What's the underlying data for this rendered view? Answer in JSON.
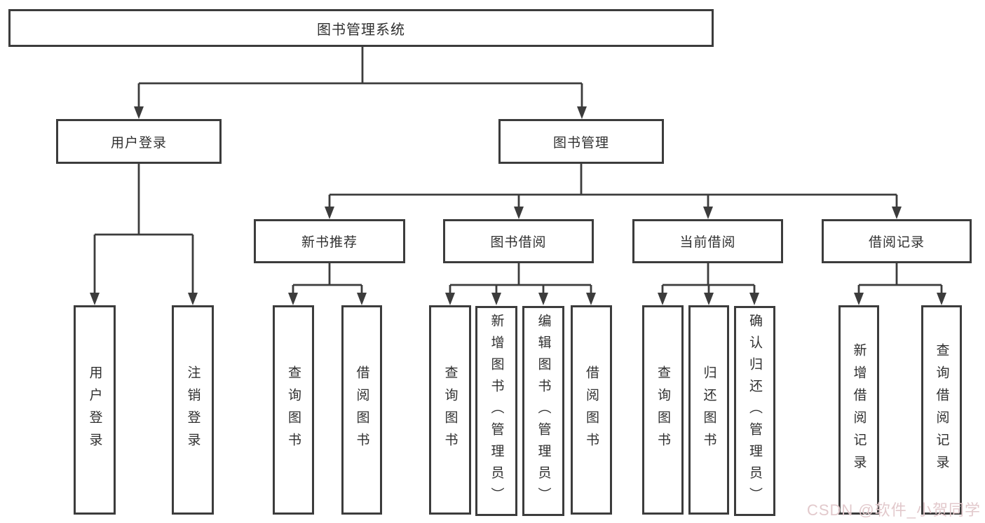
{
  "diagram": {
    "root": {
      "label": "图书管理系统"
    },
    "level2": [
      {
        "id": "user-login",
        "label": "用户登录"
      },
      {
        "id": "book-management",
        "label": "图书管理"
      }
    ],
    "level3": [
      {
        "id": "new-book-recommendation",
        "label": "新书推荐",
        "parent": "图书管理"
      },
      {
        "id": "book-borrowing",
        "label": "图书借阅",
        "parent": "图书管理"
      },
      {
        "id": "current-borrowing",
        "label": "当前借阅",
        "parent": "图书管理"
      },
      {
        "id": "borrowing-records",
        "label": "借阅记录",
        "parent": "图书管理"
      }
    ],
    "leaves": [
      {
        "label": "用户登录",
        "parent": "用户登录"
      },
      {
        "label": "注销登录",
        "parent": "用户登录"
      },
      {
        "label": "查询图书",
        "parent": "新书推荐"
      },
      {
        "label": "借阅图书",
        "parent": "新书推荐"
      },
      {
        "label": "查询图书",
        "parent": "图书借阅"
      },
      {
        "label": "新增图书（管理员）",
        "parent": "图书借阅"
      },
      {
        "label": "编辑图书（管理员）",
        "parent": "图书借阅"
      },
      {
        "label": "借阅图书",
        "parent": "图书借阅"
      },
      {
        "label": "查询图书",
        "parent": "当前借阅"
      },
      {
        "label": "归还图书",
        "parent": "当前借阅"
      },
      {
        "label": "确认归还（管理员）",
        "parent": "当前借阅"
      },
      {
        "label": "新增借阅记录",
        "parent": "借阅记录"
      },
      {
        "label": "查询借阅记录",
        "parent": "借阅记录"
      }
    ]
  },
  "watermark": {
    "text": "CSDN @软件_小贺同学"
  },
  "colors": {
    "line": "#3c3c3c",
    "text": "#303030",
    "background": "#ffffff",
    "watermark": "#e2c9cc"
  }
}
